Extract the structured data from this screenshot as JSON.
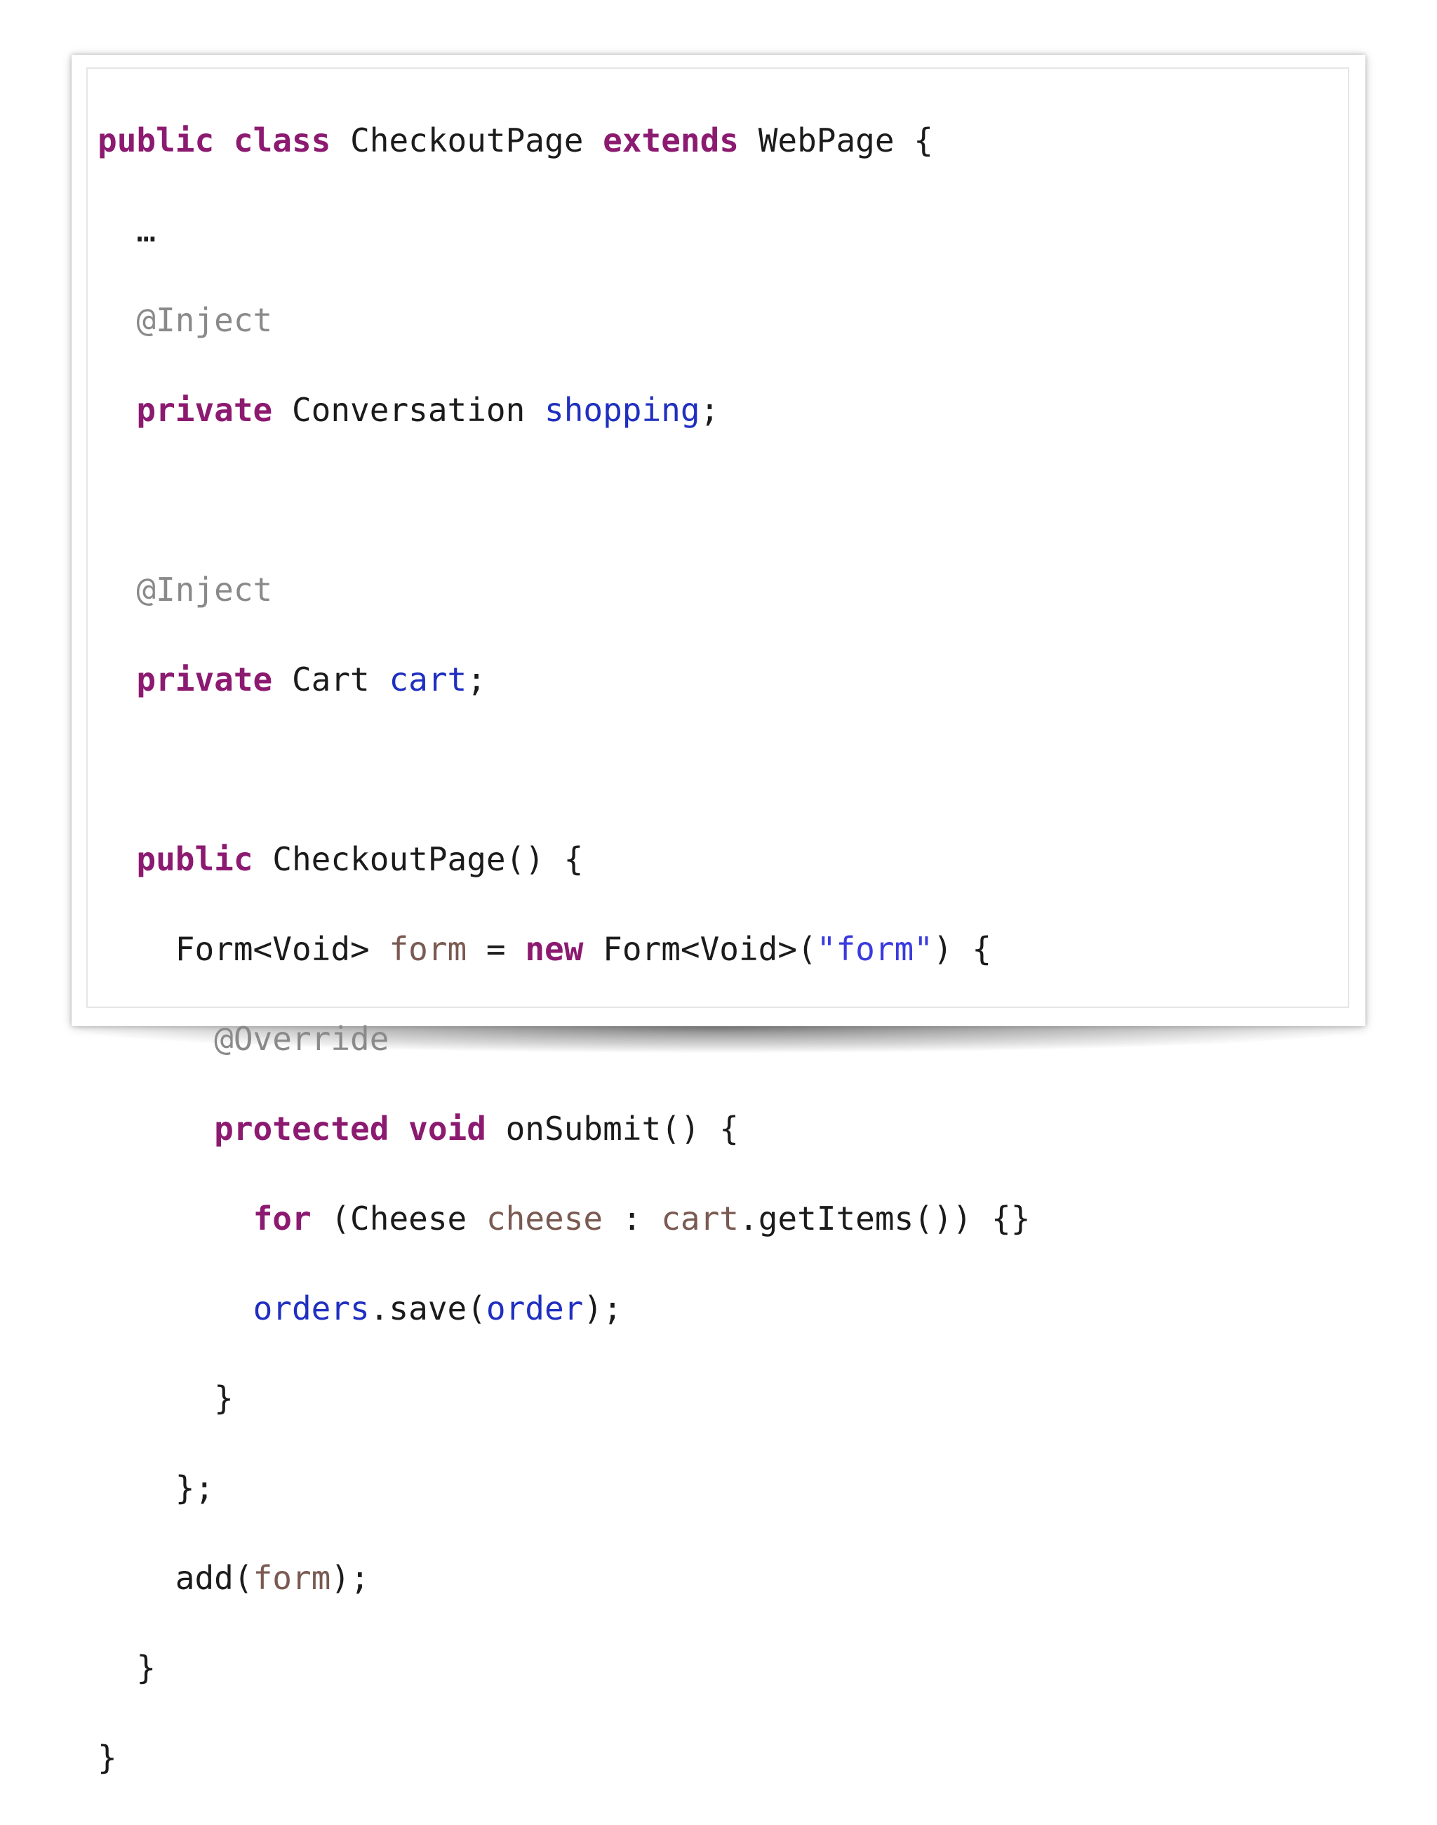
{
  "code": {
    "line1": {
      "kw1": "public",
      "kw2": "class",
      "name": "CheckoutPage",
      "kw3": "extends",
      "parent": "WebPage",
      "brace": "{"
    },
    "line2": {
      "ellipsis": "…"
    },
    "line3": {
      "annotation": "@Inject"
    },
    "line4": {
      "kw": "private",
      "type": "Conversation",
      "field": "shopping",
      "end": ";"
    },
    "line6": {
      "annotation": "@Inject"
    },
    "line7": {
      "kw": "private",
      "type": "Cart",
      "field": "cart",
      "end": ";"
    },
    "line9": {
      "kw": "public",
      "ctor": "CheckoutPage() {"
    },
    "line10": {
      "type": "Form<Void>",
      "var": "form",
      "op": "=",
      "kw": "new",
      "call": "Form<Void>(",
      "str": "\"form\"",
      "end": ") {"
    },
    "line11": {
      "annotation": "@Override"
    },
    "line12": {
      "kw1": "protected",
      "kw2": "void",
      "method": "onSubmit() {"
    },
    "line13": {
      "kw": "for",
      "open": "(Cheese",
      "var": "cheese",
      "colon": ":",
      "obj": "cart",
      "rest": ".getItems()) {}"
    },
    "line14": {
      "field": "orders",
      "mid": ".save(",
      "arg": "order",
      "end": ");"
    },
    "line15": {
      "text": "}"
    },
    "line16": {
      "text": "};"
    },
    "line17": {
      "call": "add(",
      "arg": "form",
      "end": ");"
    },
    "line18": {
      "text": "}"
    },
    "line19": {
      "text": "}"
    }
  },
  "colors": {
    "keyword": "#8c1a70",
    "annotation": "#8a8a8a",
    "field": "#1f2fc0",
    "local_variable": "#7a5a52",
    "string": "#3a3ae0",
    "plain": "#1b1b1b"
  }
}
